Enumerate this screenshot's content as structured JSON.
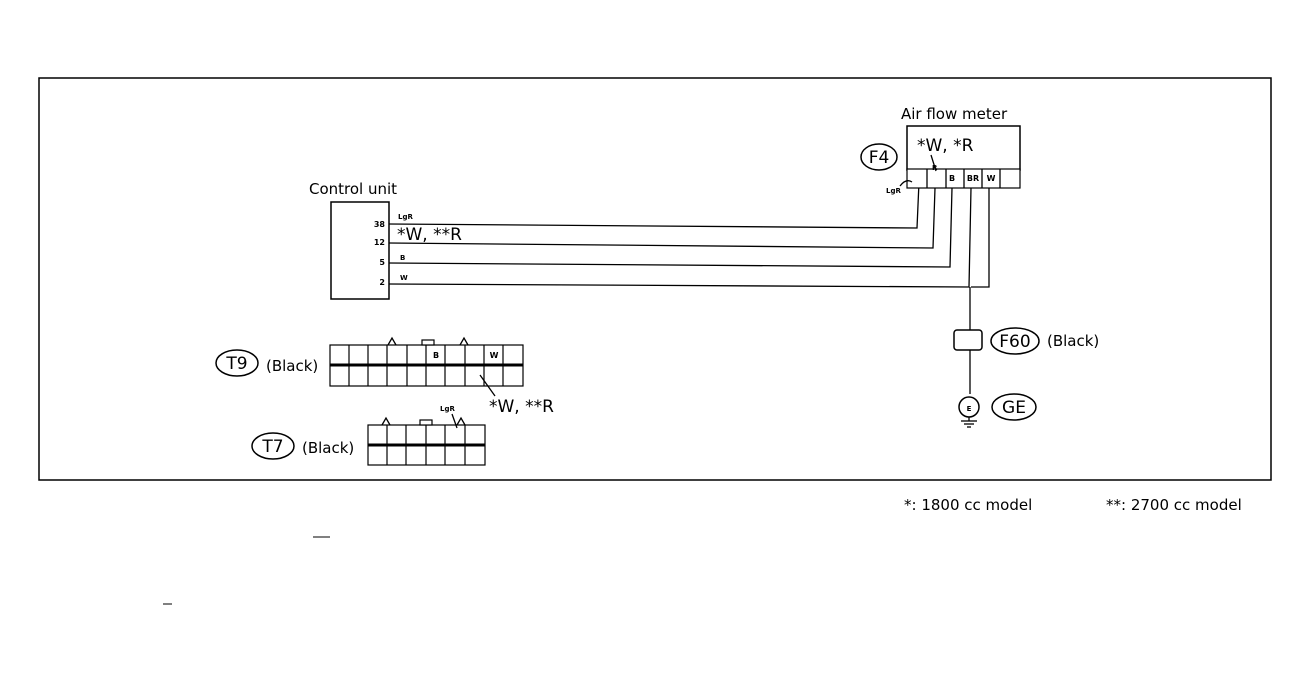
{
  "control_unit": {
    "label": "Control unit",
    "pins": [
      "38",
      "12",
      "5",
      "2"
    ],
    "wire_labels": [
      "LgR",
      "*W, **R",
      "B",
      "W"
    ]
  },
  "air_flow_meter": {
    "label": "Air flow meter",
    "connector": "F4",
    "wire_note": "*W, *R",
    "wire_label_lgr": "LgR",
    "terminal_r": "R",
    "terminals": [
      "B",
      "BR",
      "W"
    ]
  },
  "connectors": {
    "f60": {
      "code": "F60",
      "color": "(Black)"
    },
    "ge": {
      "code": "GE",
      "ground_glyph": "E"
    },
    "t9": {
      "code": "T9",
      "color": "(Black)",
      "cell_b": "B",
      "cell_w": "W",
      "wire_note": "*W, **R"
    },
    "t7": {
      "code": "T7",
      "color": "(Black)",
      "wire_label": "LgR"
    }
  },
  "footnotes": {
    "single": "*:  1800 cc model",
    "double": "**:  2700 cc model"
  }
}
